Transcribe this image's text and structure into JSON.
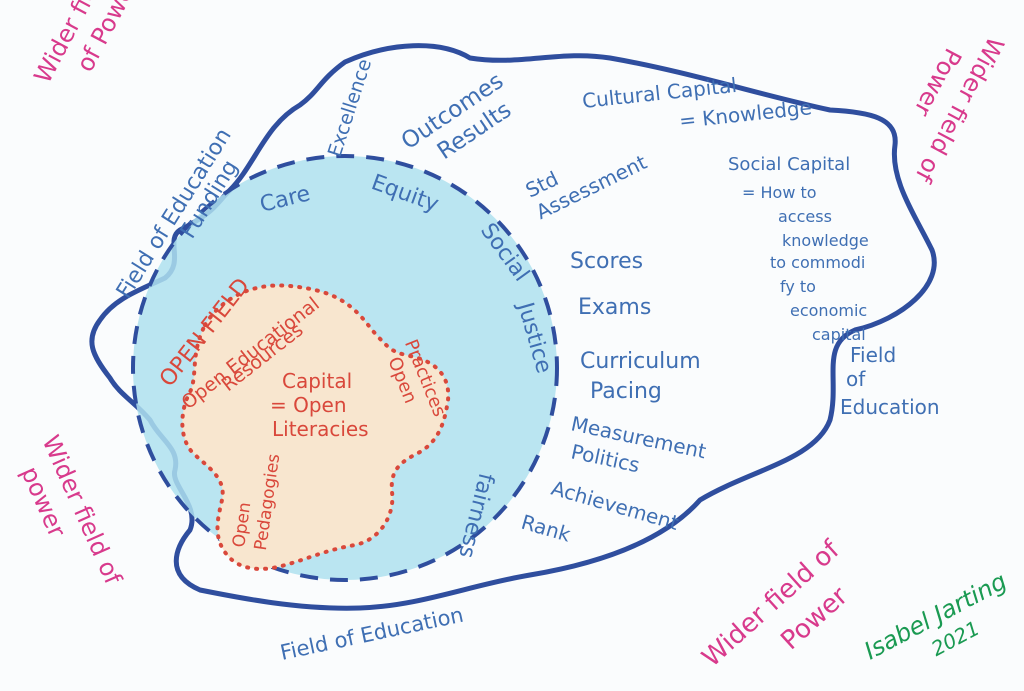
{
  "colors": {
    "outline": "#2f4e9e",
    "blue_text": "#3f6fb3",
    "pink_text": "#d83a8c",
    "red_text": "#d9483b",
    "wash": "#aee0ee",
    "open_fill": "#f8e6cf",
    "signature": "#1a9a52"
  },
  "wider_field": {
    "top_left": [
      "Wider field",
      "of Power"
    ],
    "top_right": [
      "Wider field of",
      "Power"
    ],
    "bottom_left": [
      "Wider field of",
      "power"
    ],
    "bottom_center": [
      "Wider field of",
      "Power"
    ]
  },
  "field_of_education": {
    "left": "Field of Education",
    "bottom": "Field of Education",
    "right": [
      "Field",
      "of",
      "Education"
    ]
  },
  "outer_terms": {
    "funding": "Funding",
    "excellence": "Excellence",
    "outcomes": "Outcomes",
    "results": "Results",
    "cultural_capital": [
      "Cultural Capital",
      "= Knowledge"
    ],
    "social_capital": [
      "Social Capital",
      "= How to",
      "access",
      "knowledge",
      "to commodi",
      "fy to",
      "economic",
      "capital"
    ],
    "std_assessment": [
      "Std",
      "Assessment"
    ],
    "scores": "Scores",
    "exams": "Exams",
    "curriculum_pacing": [
      "Curriculum",
      "Pacing"
    ],
    "measurement_politics": [
      "Measurement",
      "Politics"
    ],
    "achievement": "Achievement",
    "rank": "Rank"
  },
  "circle_terms": {
    "care": "Care",
    "equity": "Equity",
    "social": "Social",
    "justice": "Justice",
    "fairness": "fairness"
  },
  "open_field": {
    "title": "OPEN FIELD",
    "oer": [
      "Open Educational",
      "Resources"
    ],
    "capital": [
      "Capital",
      "= Open",
      "Literacies"
    ],
    "practices": [
      "Open",
      "Practices"
    ],
    "pedagogies": [
      "Open",
      "Pedagogies"
    ]
  },
  "signature": {
    "name": "Isabel Jarting",
    "year": "2021"
  }
}
